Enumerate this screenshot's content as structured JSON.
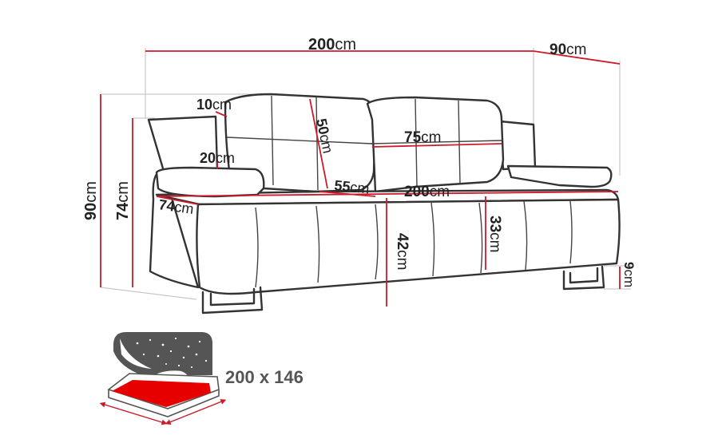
{
  "dimensions": {
    "total_width": {
      "value": "200",
      "unit": "cm"
    },
    "depth": {
      "value": "90",
      "unit": "cm"
    },
    "total_height": {
      "value": "90",
      "unit": "cm"
    },
    "armrest_height": {
      "value": "74",
      "unit": "cm"
    },
    "backrest_top_offset": {
      "value": "10",
      "unit": "cm"
    },
    "armrest_above_seat": {
      "value": "20",
      "unit": "cm"
    },
    "backrest_height": {
      "value": "50",
      "unit": "cm"
    },
    "cushion_width": {
      "value": "75",
      "unit": "cm"
    },
    "seat_depth": {
      "value": "55",
      "unit": "cm"
    },
    "seat_width": {
      "value": "200",
      "unit": "cm"
    },
    "side_depth": {
      "value": "74",
      "unit": "cm"
    },
    "seat_height": {
      "value": "42",
      "unit": "cm"
    },
    "base_height": {
      "value": "33",
      "unit": "cm"
    },
    "leg_height": {
      "value": "9",
      "unit": "cm"
    }
  },
  "sleeping_area": {
    "label": "200 x 146"
  },
  "colors": {
    "outline": "#333333",
    "dimension_line": "#cc1a2a",
    "guide_line": "#c9c9c9",
    "bed_fill": "#e60000",
    "night_sky": "#555555"
  }
}
